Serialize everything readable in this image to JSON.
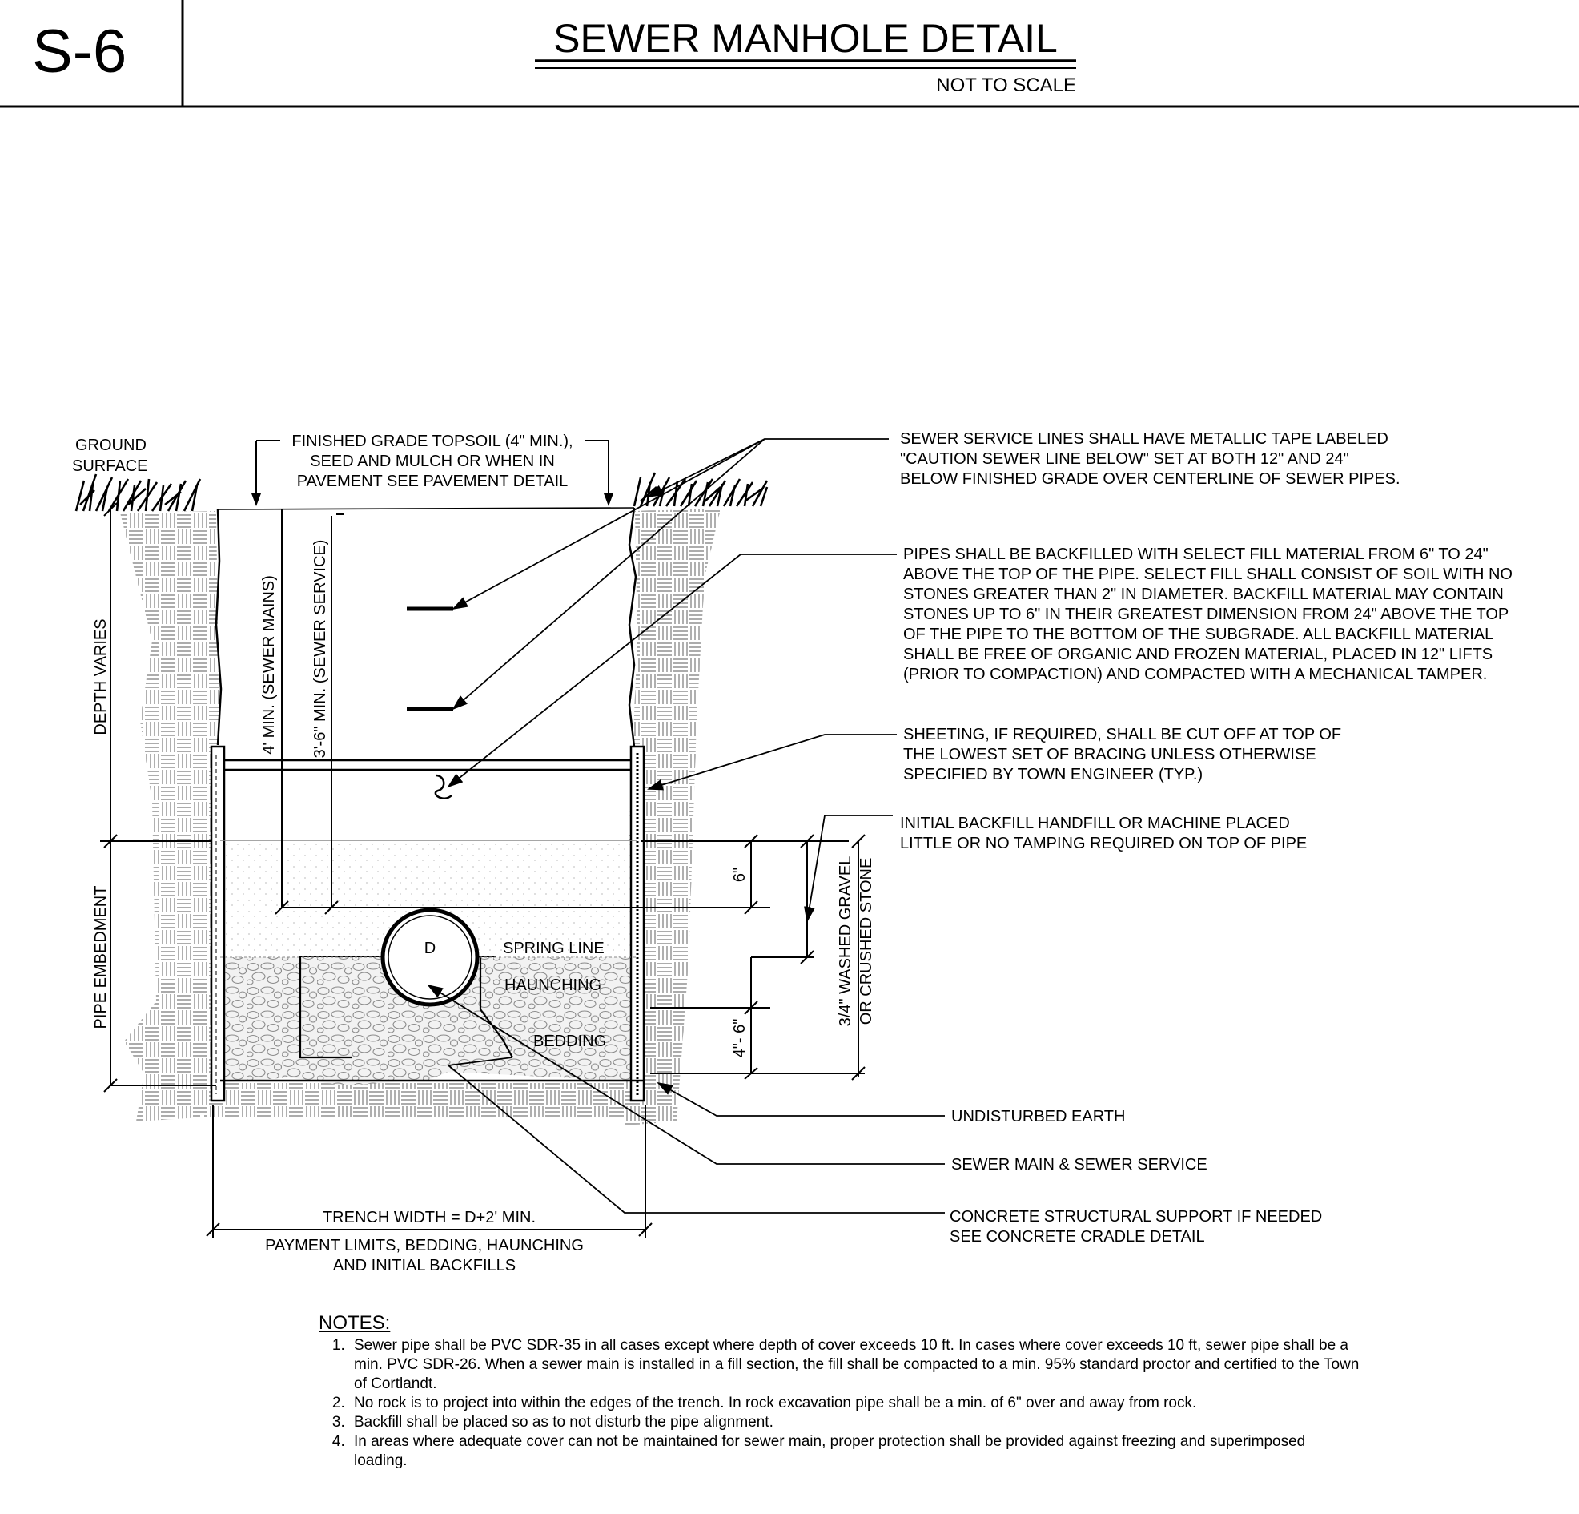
{
  "header": {
    "sheet_number": "S-6",
    "title": "SEWER MANHOLE DETAIL",
    "scale_note": "NOT TO SCALE"
  },
  "labels": {
    "ground_surface": [
      "GROUND",
      "SURFACE"
    ],
    "finished_grade": [
      "FINISHED GRADE TOPSOIL (4\" MIN.),",
      "SEED AND MULCH OR WHEN IN",
      "PAVEMENT SEE PAVEMENT DETAIL"
    ],
    "depth_varies": "DEPTH VARIES",
    "pipe_embedment": "PIPE EMBEDMENT",
    "min_sewer_mains": "4' MIN. (SEWER MAINS)",
    "min_sewer_service": "3'-6\" MIN. (SEWER SERVICE)",
    "pipe_diameter": "D",
    "spring_line": "SPRING LINE",
    "haunching": "HAUNCHING",
    "bedding": "BEDDING",
    "dim_6": "6\"",
    "dim_4_6": "4\"- 6\"",
    "washed_gravel": [
      "3/4\" WASHED GRAVEL",
      "OR CRUSHED STONE"
    ],
    "trench_width": "TRENCH WIDTH = D+2' MIN.",
    "payment_limits": [
      "PAYMENT LIMITS, BEDDING, HAUNCHING",
      "AND INITIAL BACKFILLS"
    ]
  },
  "callouts": {
    "metallic_tape": [
      "SEWER SERVICE LINES SHALL HAVE METALLIC TAPE LABELED",
      "\"CAUTION SEWER LINE BELOW\" SET AT BOTH 12\" AND 24\"",
      "BELOW FINISHED GRADE OVER CENTERLINE OF SEWER PIPES."
    ],
    "backfill": [
      "PIPES SHALL BE BACKFILLED WITH SELECT FILL MATERIAL FROM 6\" TO 24\"",
      "ABOVE THE TOP OF THE PIPE. SELECT FILL SHALL CONSIST OF SOIL WITH NO",
      "STONES GREATER THAN 2\" IN DIAMETER. BACKFILL MATERIAL MAY CONTAIN",
      "STONES UP TO 6\" IN THEIR GREATEST DIMENSION FROM 24\" ABOVE THE TOP",
      "OF THE PIPE TO THE BOTTOM OF THE SUBGRADE. ALL BACKFILL MATERIAL",
      "SHALL BE FREE OF ORGANIC AND FROZEN MATERIAL, PLACED IN 12\" LIFTS",
      "(PRIOR TO COMPACTION) AND COMPACTED WITH A MECHANICAL TAMPER."
    ],
    "sheeting": [
      "SHEETING, IF REQUIRED, SHALL BE CUT OFF AT TOP OF",
      "THE LOWEST SET OF BRACING UNLESS OTHERWISE",
      "SPECIFIED BY TOWN ENGINEER (TYP.)"
    ],
    "initial_backfill": [
      "INITIAL BACKFILL HANDFILL OR MACHINE PLACED",
      "LITTLE OR NO TAMPING REQUIRED ON TOP OF PIPE"
    ],
    "undisturbed_earth": "UNDISTURBED EARTH",
    "sewer_main": "SEWER MAIN & SEWER SERVICE",
    "concrete_support": [
      "CONCRETE STRUCTURAL SUPPORT IF NEEDED",
      "SEE CONCRETE CRADLE DETAIL"
    ]
  },
  "notes": {
    "title": "NOTES:",
    "items": [
      "Sewer pipe shall be PVC SDR-35 in all cases except where depth of cover exceeds 10 ft. In cases where cover exceeds 10 ft, sewer pipe shall be a min. PVC SDR-26. When a sewer main is installed in a fill section, the fill shall be compacted to a min. 95% standard proctor and certified to the Town of Cortlandt.",
      "No rock is to project into within the edges of the trench. In rock excavation pipe shall be a min. of 6\" over and away from rock.",
      "Backfill shall be placed so as to not disturb the pipe alignment.",
      "In areas where adequate cover can not be maintained for sewer main, proper protection shall be provided against freezing and superimposed loading."
    ]
  }
}
